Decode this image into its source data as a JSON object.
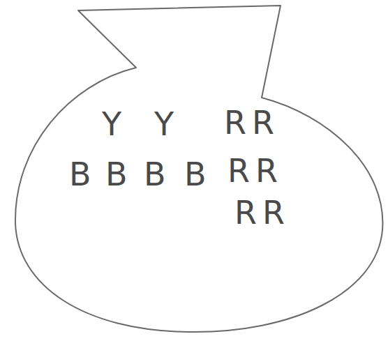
{
  "diagram": {
    "nodes": [
      {
        "text": [
          "Y",
          "Y",
          "R",
          "R",
          "B",
          "B",
          "B",
          "B",
          "R",
          "R",
          "R",
          "R"
        ]
      }
    ]
  }
}
